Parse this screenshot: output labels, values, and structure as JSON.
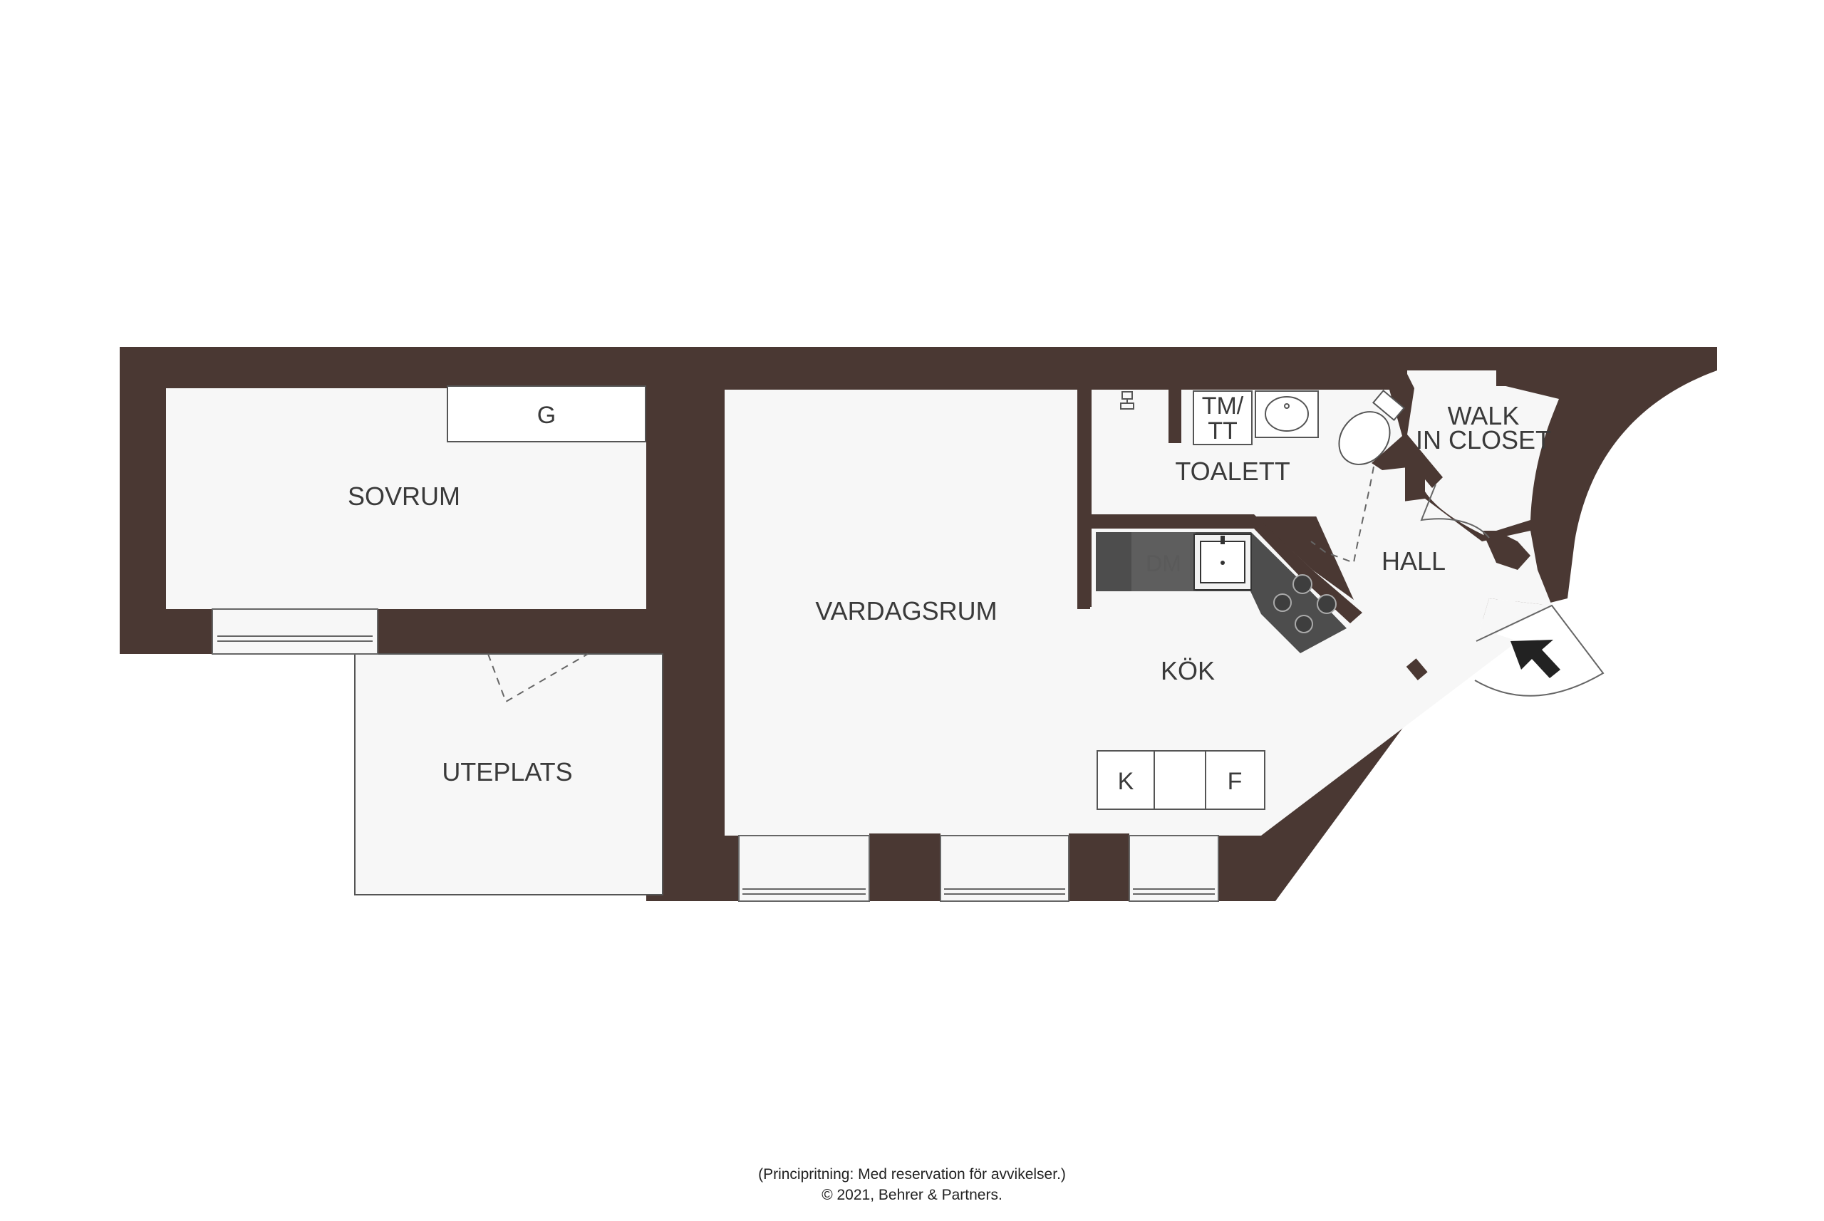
{
  "rooms": {
    "sovrum": "SOVRUM",
    "vardagsrum": "VARDAGSRUM",
    "uteplats": "UTEPLATS",
    "toalett": "TOALETT",
    "walk_closet_line1": "WALK",
    "walk_closet_line2": "IN CLOSET",
    "hall": "HALL",
    "kok": "KÖK"
  },
  "fixtures": {
    "wardrobe": "G",
    "washer_line1": "TM/",
    "washer_line2": "TT",
    "dishwasher": "DM",
    "fridge": "K",
    "freezer": "F"
  },
  "footer": {
    "disclaimer": "(Principritning: Med reservation för avvikelser.)",
    "copyright": "© 2021, Behrer & Partners."
  },
  "colors": {
    "wall": "#4a3833",
    "floor": "#f7f7f7",
    "counter": "#4d4d4d"
  },
  "icons": {
    "entrance": "entrance-arrow-icon",
    "window": "window-icon",
    "sink": "sink-icon",
    "stove": "stove-icon",
    "toilet": "toilet-icon"
  }
}
